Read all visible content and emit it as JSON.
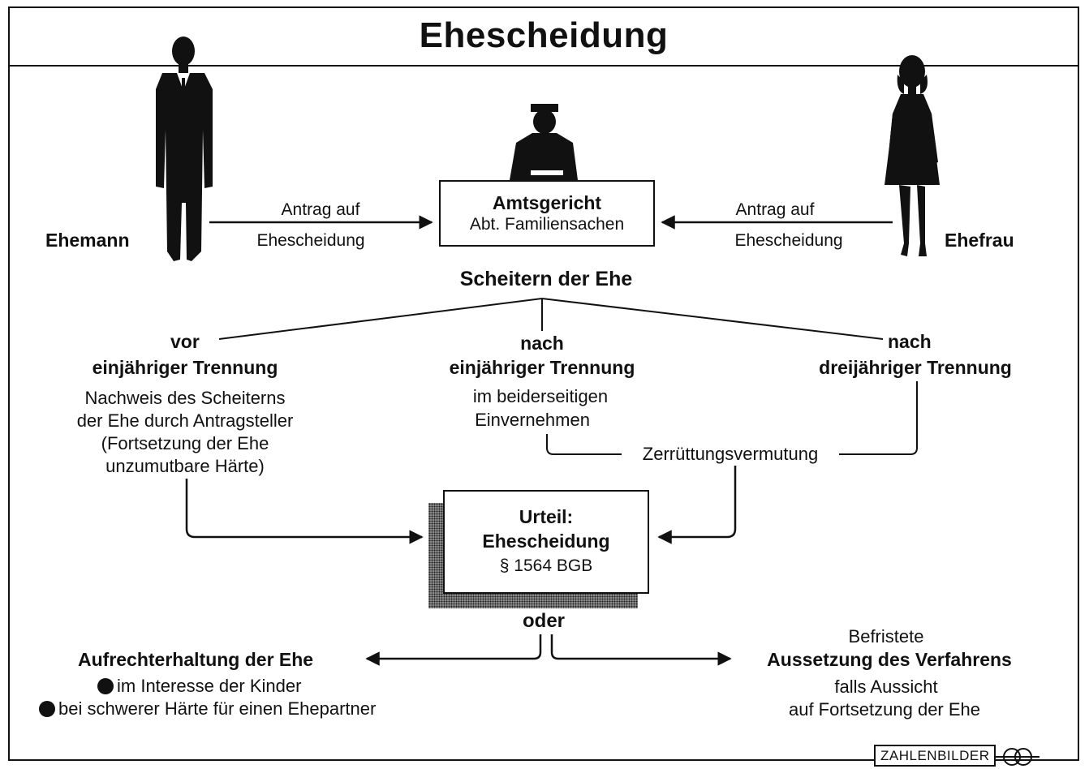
{
  "title": "Ehescheidung",
  "left_party": {
    "label": "Ehemann",
    "arrow_text_1": "Antrag auf",
    "arrow_text_2": "Ehescheidung"
  },
  "right_party": {
    "label": "Ehefrau",
    "arrow_text_1": "Antrag auf",
    "arrow_text_2": "Ehescheidung"
  },
  "court": {
    "title": "Amtsgericht",
    "subtitle": "Abt. Familiensachen"
  },
  "breakdown": "Scheitern der Ehe",
  "branches": {
    "left": {
      "line1": "vor",
      "line2": "einjähriger Trennung",
      "details": [
        "Nachweis des Scheiterns",
        "der Ehe durch Antragsteller",
        "(Fortsetzung der Ehe",
        "unzumutbare Härte)"
      ]
    },
    "middle": {
      "line1": "nach",
      "line2": "einjähriger Trennung",
      "details": [
        "im beiderseitigen",
        "Einvernehmen"
      ]
    },
    "right": {
      "line1": "nach",
      "line2": "dreijähriger Trennung"
    }
  },
  "presumption": "Zerrüttungsvermutung",
  "verdict": {
    "line1": "Urteil:",
    "line2": "Ehescheidung",
    "line3": "§ 1564 BGB"
  },
  "or_label": "oder",
  "outcome_left": {
    "title": "Aufrechterhaltung der Ehe",
    "bullets": [
      "im Interesse der Kinder",
      "bei schwerer Härte für einen Ehepartner"
    ]
  },
  "outcome_right": {
    "pre": "Befristete",
    "title": "Aussetzung des Verfahrens",
    "details": [
      "falls Aussicht",
      "auf Fortsetzung der Ehe"
    ]
  },
  "logo": "ZAHLENBILDER"
}
